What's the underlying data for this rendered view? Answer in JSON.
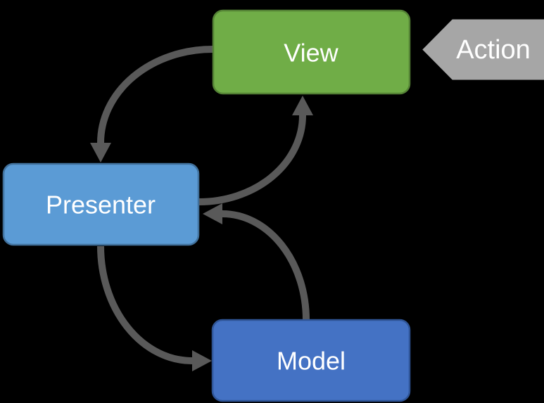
{
  "diagram": {
    "background_color": "#000000",
    "arrow_color": "#595959",
    "nodes": [
      {
        "id": "view",
        "label": "View",
        "shape": "rounded-rect",
        "fill": "#70AD47",
        "border": "#548235",
        "text_color": "#FFFFFF"
      },
      {
        "id": "presenter",
        "label": "Presenter",
        "shape": "rounded-rect",
        "fill": "#5B9BD5",
        "border": "#41719C",
        "text_color": "#FFFFFF"
      },
      {
        "id": "model",
        "label": "Model",
        "shape": "rounded-rect",
        "fill": "#4472C4",
        "border": "#2F5597",
        "text_color": "#FFFFFF"
      },
      {
        "id": "action",
        "label": "Action",
        "shape": "left-pointing-arrow",
        "fill": "#A6A6A6",
        "border": "#A6A6A6",
        "text_color": "#FFFFFF"
      }
    ],
    "edges": [
      {
        "from": "view",
        "to": "presenter",
        "description": "curved arrow from View left side down to Presenter top"
      },
      {
        "from": "presenter",
        "to": "view",
        "description": "curved arrow from Presenter right side up to View bottom"
      },
      {
        "from": "presenter",
        "to": "model",
        "description": "curved arrow from Presenter bottom down to Model left side"
      },
      {
        "from": "model",
        "to": "presenter",
        "description": "curved arrow from Model top up to Presenter right side"
      }
    ]
  }
}
